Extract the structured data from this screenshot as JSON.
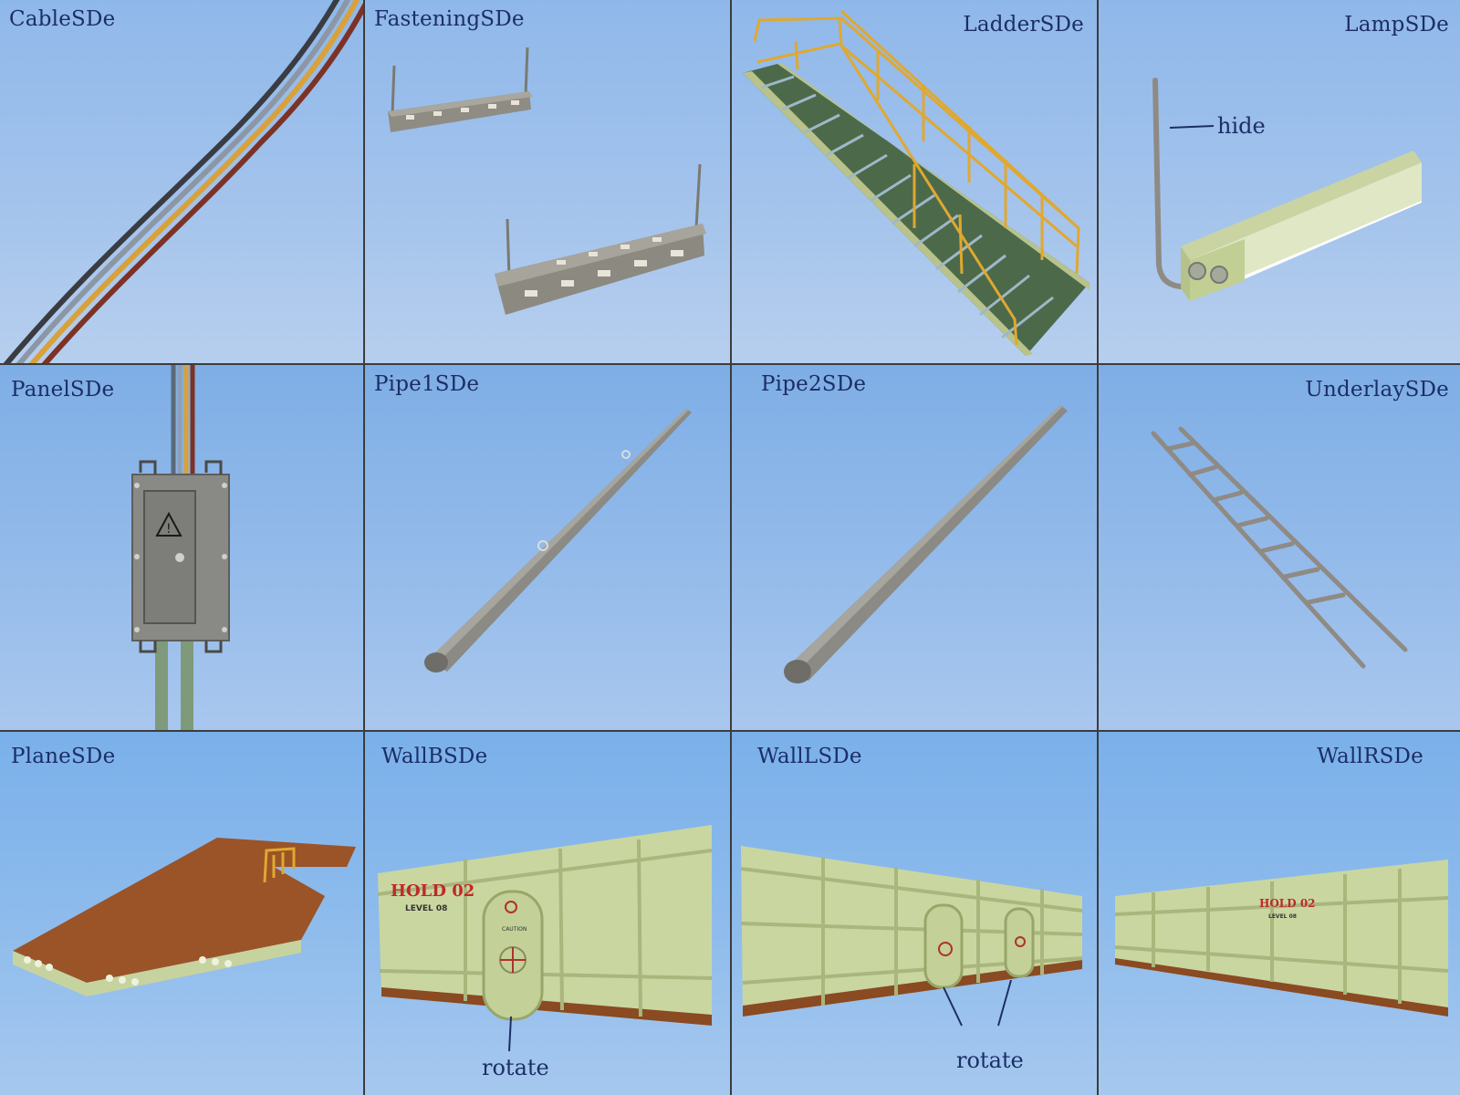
{
  "tiles": [
    {
      "label": "CableSDe"
    },
    {
      "label": "FasteningSDe"
    },
    {
      "label": "LadderSDe"
    },
    {
      "label": "LampSDe",
      "note": "hide"
    },
    {
      "label": "PanelSDe"
    },
    {
      "label": "Pipe1SDe"
    },
    {
      "label": "Pipe2SDe"
    },
    {
      "label": "UnderlaySDe"
    },
    {
      "label": "PlaneSDe"
    },
    {
      "label": "WallBSDe",
      "note": "rotate",
      "sign_title": "HOLD 02",
      "sign_sub": "LEVEL 08"
    },
    {
      "label": "WallLSDe",
      "note": "rotate"
    },
    {
      "label": "WallRSDe",
      "sign_title": "HOLD 02",
      "sign_sub": "LEVEL 08"
    }
  ],
  "colors": {
    "label_text": "#1c2e66",
    "grid_line": "#3c3c3c",
    "wall_green": "#c9d6a0",
    "rust": "#8a4a22",
    "rail_yellow": "#e0a830",
    "sign_red": "#c0282a"
  }
}
